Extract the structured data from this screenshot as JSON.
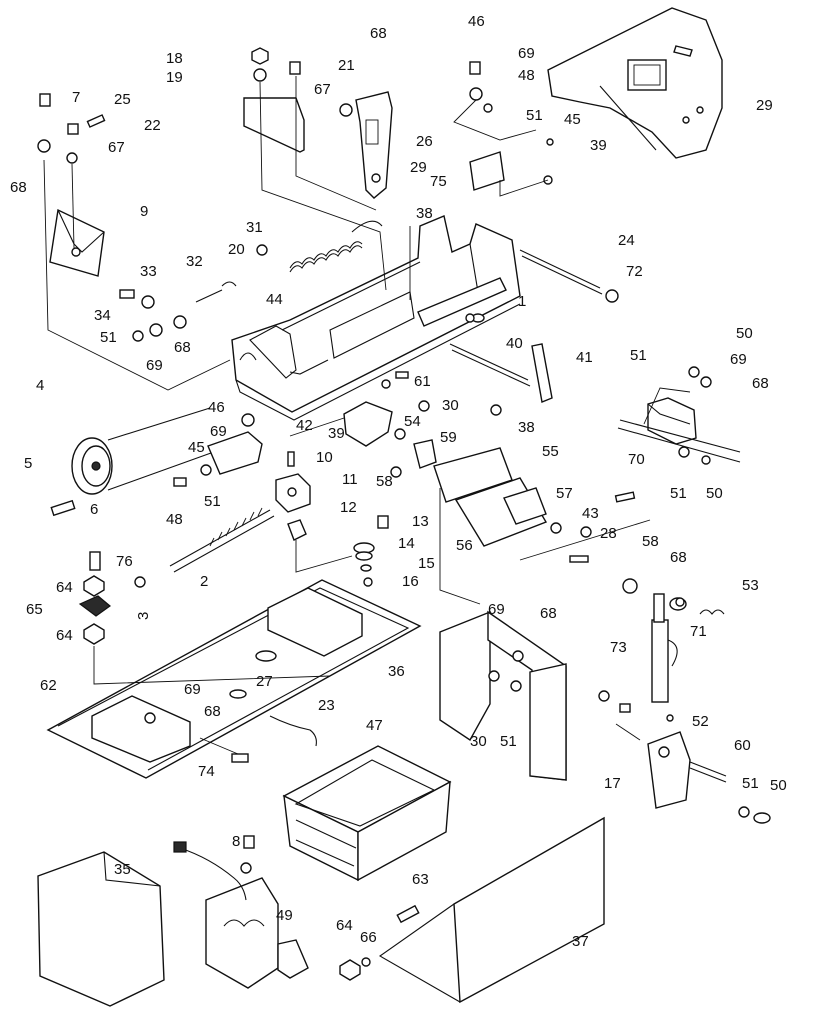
{
  "colors": {
    "ink": "#111111",
    "paper": "#ffffff"
  },
  "callouts": [
    {
      "id": "c18",
      "text": "18"
    },
    {
      "id": "c19",
      "text": "19"
    },
    {
      "id": "c21",
      "text": "21"
    },
    {
      "id": "c68a",
      "text": "68"
    },
    {
      "id": "c46a",
      "text": "46"
    },
    {
      "id": "c69a",
      "text": "69"
    },
    {
      "id": "c48a",
      "text": "48"
    },
    {
      "id": "c51a",
      "text": "51"
    },
    {
      "id": "c45a",
      "text": "45"
    },
    {
      "id": "c29a",
      "text": "29"
    },
    {
      "id": "c7",
      "text": "7"
    },
    {
      "id": "c25",
      "text": "25"
    },
    {
      "id": "c22",
      "text": "22"
    },
    {
      "id": "c67a",
      "text": "67"
    },
    {
      "id": "c26",
      "text": "26"
    },
    {
      "id": "c67b",
      "text": "67"
    },
    {
      "id": "c68b",
      "text": "68"
    },
    {
      "id": "c29b",
      "text": "29"
    },
    {
      "id": "c75",
      "text": "75"
    },
    {
      "id": "c39a",
      "text": "39"
    },
    {
      "id": "c9",
      "text": "9"
    },
    {
      "id": "c38a",
      "text": "38"
    },
    {
      "id": "c31",
      "text": "31"
    },
    {
      "id": "c20",
      "text": "20"
    },
    {
      "id": "c24",
      "text": "24"
    },
    {
      "id": "c72",
      "text": "72"
    },
    {
      "id": "c32",
      "text": "32"
    },
    {
      "id": "c33",
      "text": "33"
    },
    {
      "id": "c44",
      "text": "44"
    },
    {
      "id": "c1",
      "text": "1"
    },
    {
      "id": "c34",
      "text": "34"
    },
    {
      "id": "c51b",
      "text": "51"
    },
    {
      "id": "c68c",
      "text": "68"
    },
    {
      "id": "c69b",
      "text": "69"
    },
    {
      "id": "c40",
      "text": "40"
    },
    {
      "id": "c41",
      "text": "41"
    },
    {
      "id": "c50a",
      "text": "50"
    },
    {
      "id": "c51c",
      "text": "51"
    },
    {
      "id": "c69c",
      "text": "69"
    },
    {
      "id": "c68d",
      "text": "68"
    },
    {
      "id": "c4",
      "text": "4"
    },
    {
      "id": "c61",
      "text": "61"
    },
    {
      "id": "c30a",
      "text": "30"
    },
    {
      "id": "c46b",
      "text": "46"
    },
    {
      "id": "c42",
      "text": "42"
    },
    {
      "id": "c39b",
      "text": "39"
    },
    {
      "id": "c54",
      "text": "54"
    },
    {
      "id": "c38b",
      "text": "38"
    },
    {
      "id": "c69d",
      "text": "69"
    },
    {
      "id": "c45b",
      "text": "45"
    },
    {
      "id": "c5",
      "text": "5"
    },
    {
      "id": "c10",
      "text": "10"
    },
    {
      "id": "c59",
      "text": "59"
    },
    {
      "id": "c55",
      "text": "55"
    },
    {
      "id": "c70",
      "text": "70"
    },
    {
      "id": "c51d",
      "text": "51"
    },
    {
      "id": "c50b",
      "text": "50"
    },
    {
      "id": "c58a",
      "text": "58"
    },
    {
      "id": "c11",
      "text": "11"
    },
    {
      "id": "c51e",
      "text": "51"
    },
    {
      "id": "c48b",
      "text": "48"
    },
    {
      "id": "c6",
      "text": "6"
    },
    {
      "id": "c57",
      "text": "57"
    },
    {
      "id": "c12",
      "text": "12"
    },
    {
      "id": "c13",
      "text": "13"
    },
    {
      "id": "c43",
      "text": "43"
    },
    {
      "id": "c28",
      "text": "28"
    },
    {
      "id": "c56",
      "text": "56"
    },
    {
      "id": "c58b",
      "text": "58"
    },
    {
      "id": "c14",
      "text": "14"
    },
    {
      "id": "c76",
      "text": "76"
    },
    {
      "id": "c15",
      "text": "15"
    },
    {
      "id": "c16",
      "text": "16"
    },
    {
      "id": "c2",
      "text": "2"
    },
    {
      "id": "c64a",
      "text": "64"
    },
    {
      "id": "c3",
      "text": "3"
    },
    {
      "id": "c68e",
      "text": "68"
    },
    {
      "id": "c53",
      "text": "53"
    },
    {
      "id": "c65",
      "text": "65"
    },
    {
      "id": "c69e",
      "text": "69"
    },
    {
      "id": "c68f",
      "text": "68"
    },
    {
      "id": "c71",
      "text": "71"
    },
    {
      "id": "c64b",
      "text": "64"
    },
    {
      "id": "c73",
      "text": "73"
    },
    {
      "id": "c36",
      "text": "36"
    },
    {
      "id": "c62",
      "text": "62"
    },
    {
      "id": "c69f",
      "text": "69"
    },
    {
      "id": "c27",
      "text": "27"
    },
    {
      "id": "c68g",
      "text": "68"
    },
    {
      "id": "c23",
      "text": "23"
    },
    {
      "id": "c52",
      "text": "52"
    },
    {
      "id": "c30b",
      "text": "30"
    },
    {
      "id": "c51f",
      "text": "51"
    },
    {
      "id": "c60",
      "text": "60"
    },
    {
      "id": "c74",
      "text": "74"
    },
    {
      "id": "c47",
      "text": "47"
    },
    {
      "id": "c17",
      "text": "17"
    },
    {
      "id": "c51g",
      "text": "51"
    },
    {
      "id": "c50c",
      "text": "50"
    },
    {
      "id": "c8",
      "text": "8"
    },
    {
      "id": "c35",
      "text": "35"
    },
    {
      "id": "c49",
      "text": "49"
    },
    {
      "id": "c63",
      "text": "63"
    },
    {
      "id": "c64c",
      "text": "64"
    },
    {
      "id": "c66",
      "text": "66"
    },
    {
      "id": "c37",
      "text": "37"
    }
  ]
}
